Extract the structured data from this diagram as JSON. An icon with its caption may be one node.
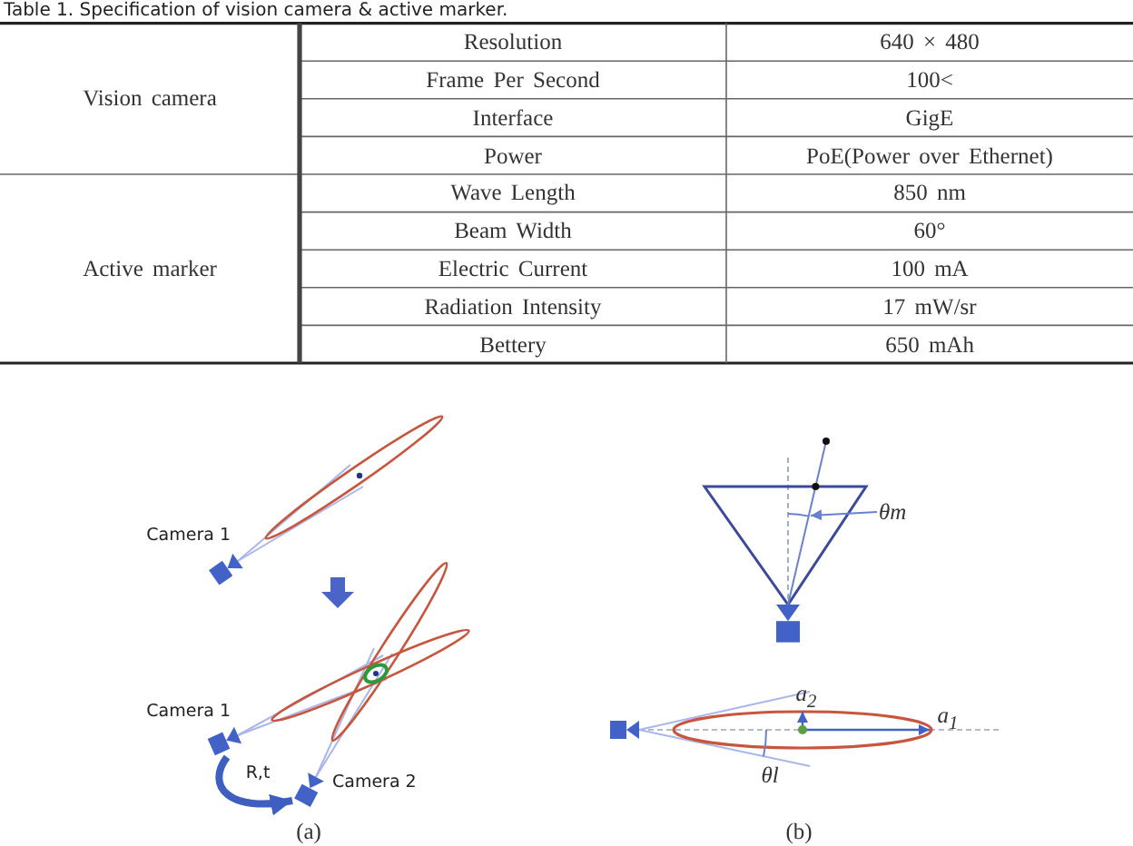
{
  "diagram": {
    "title": "Table 1. Specification of vision camera & active marker.",
    "nodes": [
      {
        "text": [],
        "shape": "camera",
        "beside": [
          "Camera 1"
        ]
      },
      {
        "text": [],
        "shape": "camera",
        "beside": [
          "Camera 1"
        ]
      },
      {
        "text": [],
        "shape": "camera",
        "beside": [
          "Camera 2"
        ]
      },
      {
        "text": [
          "θm"
        ]
      },
      {
        "text": [],
        "shape": "arc"
      }
    ],
    "edges": [
      {
        "from": 1,
        "to": 2,
        "arrow": "to",
        "label": "R,t",
        "style": "thick"
      },
      {
        "from": 3,
        "to": 4,
        "arrow": "to"
      }
    ],
    "labels": [
      "Vision camera",
      "Resolution",
      "640 × 480",
      "Frame Per Second",
      "100<",
      "Interface",
      "GigE",
      "Power",
      "PoE(Power over Ethernet)",
      "Active marker",
      "Wave Length",
      "850 nm",
      "Beam Width",
      "60°",
      "Electric Current",
      "100 mA",
      "Radiation Intensity",
      "17 mW/sr",
      "Bettery",
      "650 mAh",
      "(a)",
      "a$_{2}$",
      "a$_{1}$",
      "θl",
      "(b)"
    ]
  }
}
